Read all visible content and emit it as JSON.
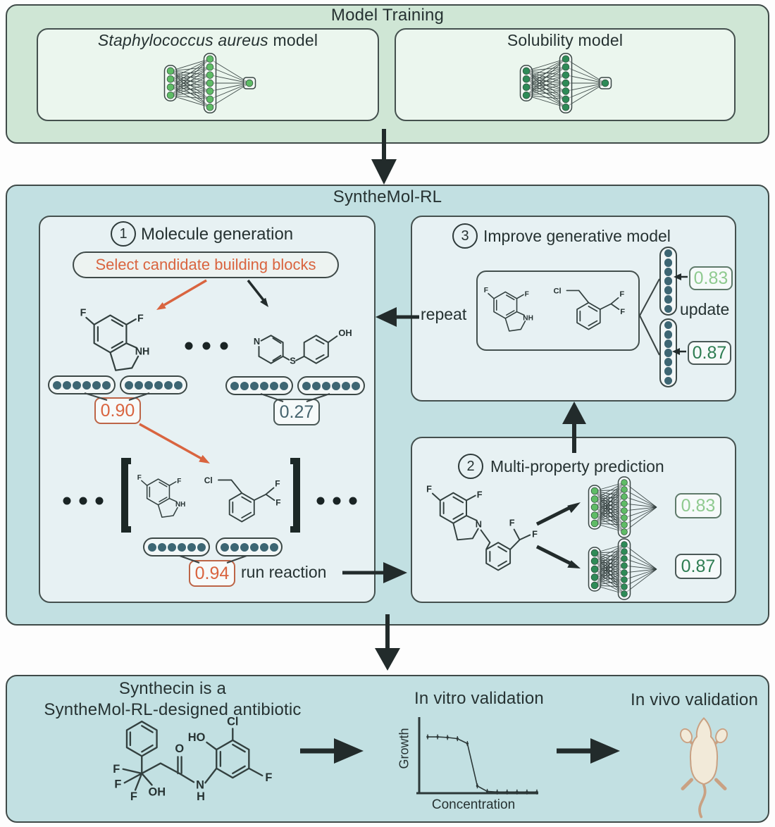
{
  "colors": {
    "top_panel_bg": "#cfe6d5",
    "inner_green_bg": "#ebf6ee",
    "teal_panel_bg": "#c2e0e2",
    "inner_box_bg": "#e7f1f3",
    "node_green_light": "#5fbc66",
    "node_green_dark": "#2e8b57",
    "dot_teal": "#3d6673",
    "orange": "#d9643f",
    "score_light_green": "#8fca8f",
    "score_dark_green": "#2e7d52",
    "score_teal": "#46646e",
    "arrow_black": "#222b2b"
  },
  "model_training": {
    "title": "Model Training",
    "left_model": {
      "title_italic": "Staphylococcus aureus",
      "title_rest": " model"
    },
    "right_model": {
      "title": "Solubility model"
    }
  },
  "synthemol": {
    "title": "SyntheMol-RL"
  },
  "step1": {
    "number": "1",
    "title": "Molecule generation",
    "select_button": "Select candidate building blocks",
    "score_block1": "0.90",
    "score_block2": "0.27",
    "score_product": "0.94",
    "run_reaction_label": "run reaction"
  },
  "step2": {
    "number": "2",
    "title": "Multi-property prediction",
    "score_top": "0.83",
    "score_bottom": "0.87"
  },
  "step3": {
    "number": "3",
    "title": "Improve generative model",
    "score_top": "0.83",
    "score_bottom": "0.87",
    "update_label": "update",
    "repeat_label": "repeat"
  },
  "validation": {
    "headline_line1": "Synthecin is a",
    "headline_line2": "SyntheMol-RL-designed antibiotic",
    "in_vitro_title": "In vitro validation",
    "in_vivo_title": "In vivo validation"
  },
  "atoms": {
    "indoline": {
      "f1": "F",
      "f2": "F",
      "nh": "NH"
    },
    "pyridine_phenol": {
      "n": "N",
      "s": "S",
      "oh": "OH"
    },
    "benzyl_chloride": {
      "cl": "Cl",
      "f1": "F",
      "f2": "F"
    },
    "product": {
      "f1": "F",
      "f2": "F",
      "n": "N",
      "f3": "F",
      "f4": "F"
    },
    "synthecin": {
      "f1": "F",
      "f2": "F",
      "f3": "F",
      "oh": "OH",
      "o": "O",
      "n": "N",
      "h": "H",
      "ho": "HO",
      "cl": "Cl",
      "f4": "F"
    }
  },
  "chart_data": {
    "type": "line",
    "title": "In vitro validation",
    "xlabel": "Concentration",
    "ylabel": "Growth",
    "x": [
      1,
      2,
      3,
      4,
      5,
      6,
      7,
      8,
      9,
      10,
      11,
      12
    ],
    "y": [
      0.93,
      0.93,
      0.92,
      0.9,
      0.82,
      0.12,
      0.03,
      0.02,
      0.02,
      0.02,
      0.02,
      0.02
    ],
    "x_tick_labels": [],
    "y_tick_labels": [],
    "grid": false,
    "legend": false
  }
}
